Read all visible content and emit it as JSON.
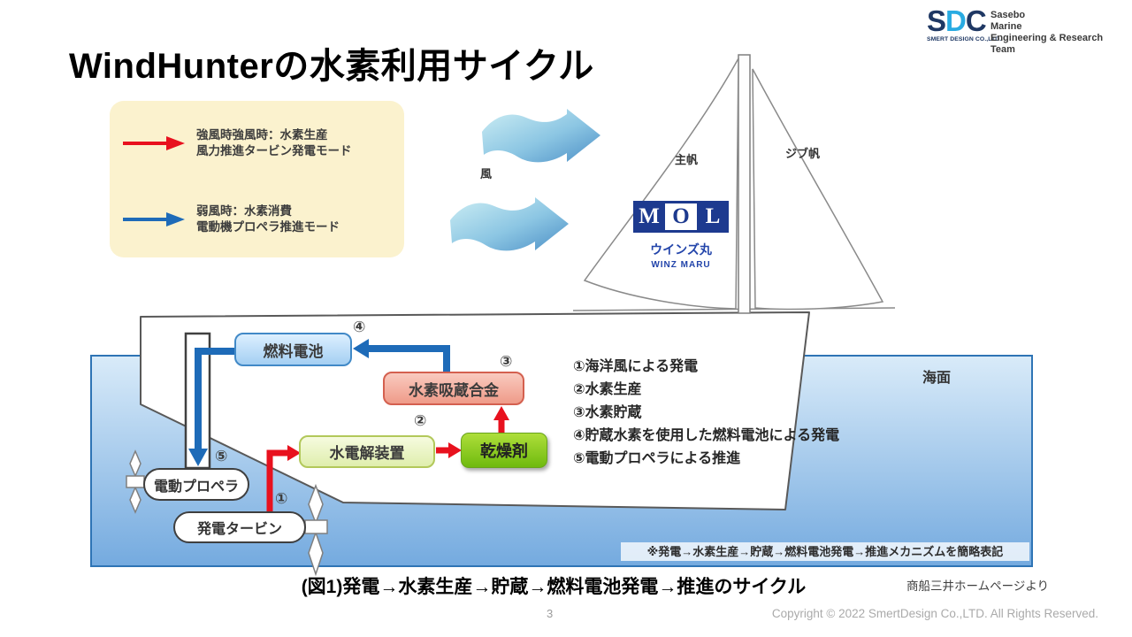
{
  "slide": {
    "title": "WindHunterの水素利用サイクル",
    "caption": "(図1)発電→水素生産→貯蔵→燃料電池発電→推進のサイクル",
    "source_credit": "商船三井ホームページより",
    "page_number": "3",
    "copyright": "Copyright © 2022 SmertDesign Co.,LTD. All Rights Reserved."
  },
  "logo": {
    "letters": [
      "S",
      "D",
      "C"
    ],
    "company": "SMERT DESIGN CO.,LTD.",
    "team_lines": [
      "Sasebo",
      "Marine",
      "Engineering & Research",
      "Team"
    ]
  },
  "legend": {
    "items": [
      {
        "icon": "red-arrow",
        "line1": "強風時強風時：水素生産",
        "line2": "風力推進タービン発電モード"
      },
      {
        "icon": "blue-arrow",
        "line1": "弱風時：水素消費",
        "line2": "電動機プロペラ推進モード"
      }
    ]
  },
  "wind": {
    "label": "風"
  },
  "ship": {
    "sails": {
      "main": "主帆",
      "jib": "ジブ帆"
    },
    "mol": {
      "letters": [
        "M",
        "O",
        "L"
      ],
      "name_jp": "ウインズ丸",
      "name_en": "WINZ MARU"
    },
    "sea_label": "海面",
    "boxes": {
      "fuel_cell": "燃料電池",
      "alloy": "水素吸蔵合金",
      "electrolysis": "水電解装置",
      "desiccant": "乾燥剤",
      "motor_propeller": "電動プロペラ",
      "turbine": "発電タービン"
    },
    "markers": {
      "m1": "①",
      "m2": "②",
      "m3": "③",
      "m4": "④",
      "m5": "⑤"
    },
    "steps": [
      "①海洋風による発電",
      "②水素生産",
      "③水素貯蔵",
      "④貯蔵水素を使用した燃料電池による発電",
      "⑤電動プロペラによる推進"
    ],
    "note": "※発電→水素生産→貯蔵→燃料電池発電→推進メカニズムを簡略表記"
  },
  "colors": {
    "flow_red": "#e8111e",
    "flow_blue": "#1e6bb8",
    "mol_blue": "#1d3a8f",
    "sdc_navy": "#1f3864",
    "sdc_light_blue": "#29abe2",
    "legend_bg": "#fbf2ce",
    "sea_border": "#2e74b5"
  }
}
